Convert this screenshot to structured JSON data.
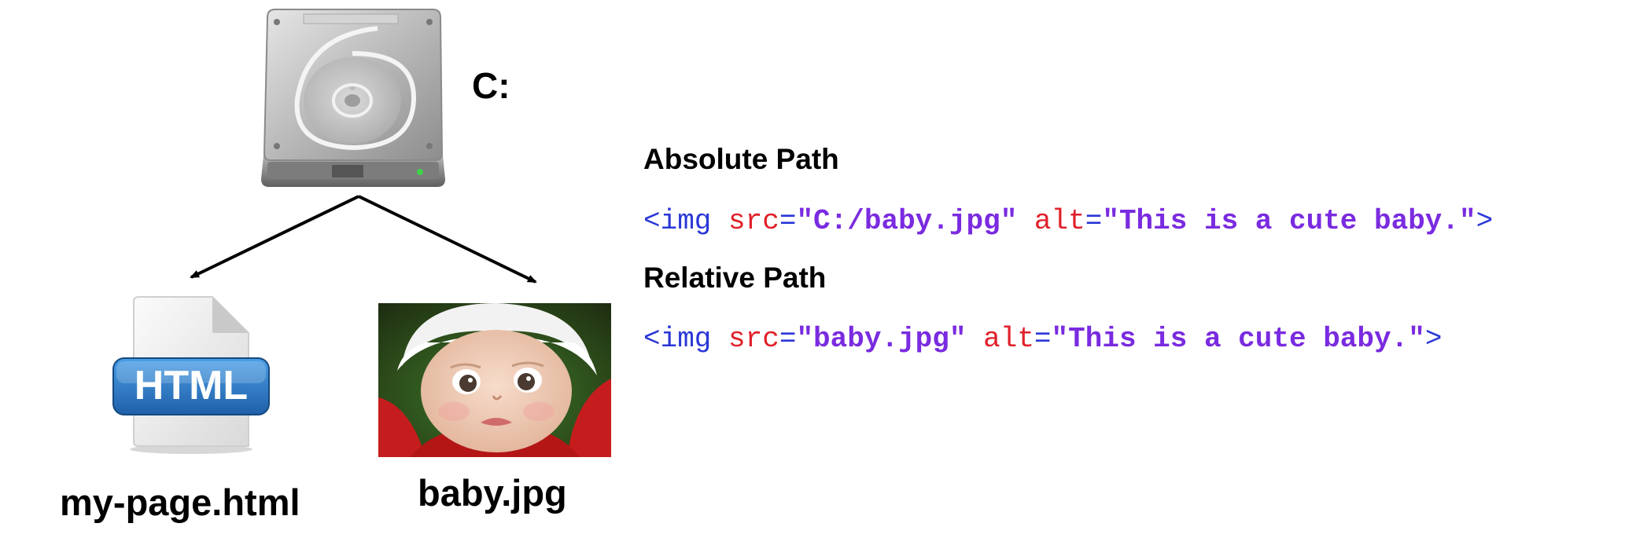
{
  "drive": {
    "label": "C:",
    "icon": "hard-drive-icon"
  },
  "files": {
    "html_file": {
      "icon_text": "HTML",
      "caption": "my-page.html"
    },
    "image_file": {
      "caption": "baby.jpg",
      "icon": "baby-photo"
    }
  },
  "absolute": {
    "heading": "Absolute Path",
    "tag_open": "<img",
    "src_attr": "src",
    "eq": "=",
    "src_value": "\"C:/baby.jpg\"",
    "alt_attr": "alt",
    "alt_value": "\"This is a cute baby.\"",
    "tag_close": ">"
  },
  "relative": {
    "heading": "Relative Path",
    "tag_open": "<img",
    "src_attr": "src",
    "eq": "=",
    "src_value": "\"baby.jpg\"",
    "alt_attr": "alt",
    "alt_value": "\"This is a cute baby.\"",
    "tag_close": ">"
  },
  "colors": {
    "tag": "#2a37d6",
    "attribute": "#e0202a",
    "value": "#7a2be0",
    "html_badge": "#1f6fbf"
  }
}
